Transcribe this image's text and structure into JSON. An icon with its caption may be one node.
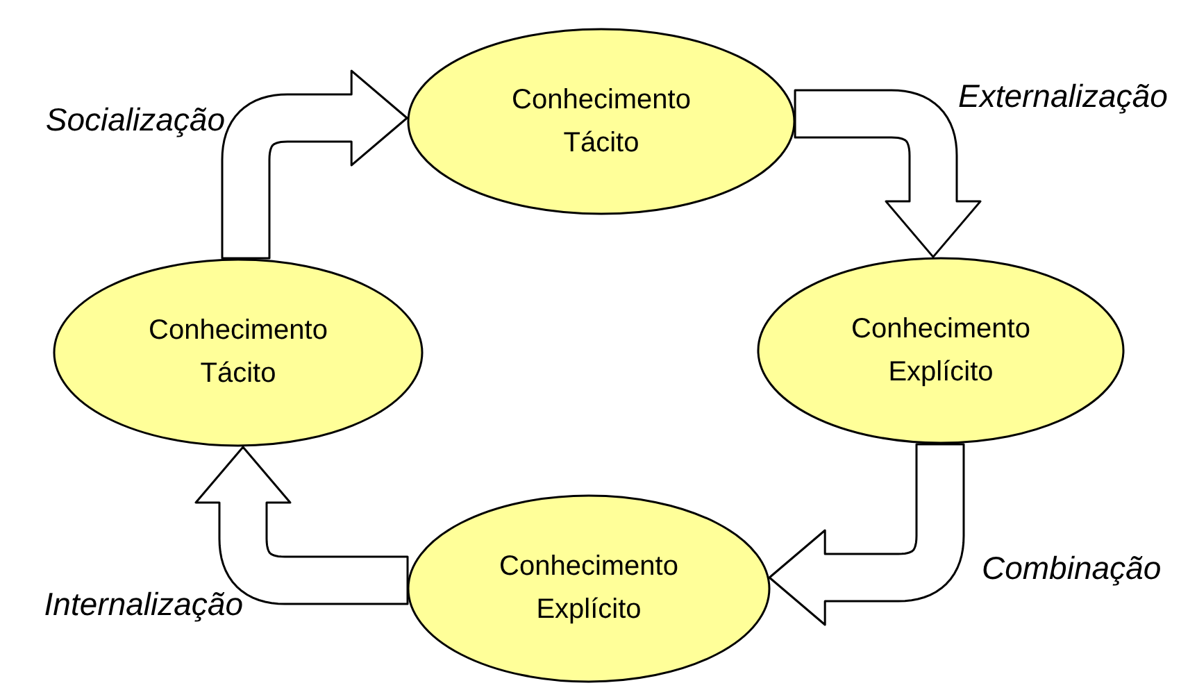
{
  "diagram": {
    "nodes": [
      {
        "text": [
          "Conhecimento Tácito"
        ]
      },
      {
        "text": [
          "Conhecimento Explícito"
        ]
      },
      {
        "text": [
          "Conhecimento Explícito"
        ]
      },
      {
        "text": [
          "Conhecimento Tácito"
        ]
      }
    ],
    "edges": [
      {
        "from": 3,
        "to": 0,
        "arrow": "to",
        "label": "Socialização"
      },
      {
        "from": 0,
        "to": 1,
        "arrow": "to",
        "label": "Externalização"
      },
      {
        "from": 1,
        "to": 2,
        "arrow": "to",
        "label": "Combinação"
      },
      {
        "from": 2,
        "to": 3,
        "arrow": "to",
        "label": "Internalização"
      }
    ]
  }
}
